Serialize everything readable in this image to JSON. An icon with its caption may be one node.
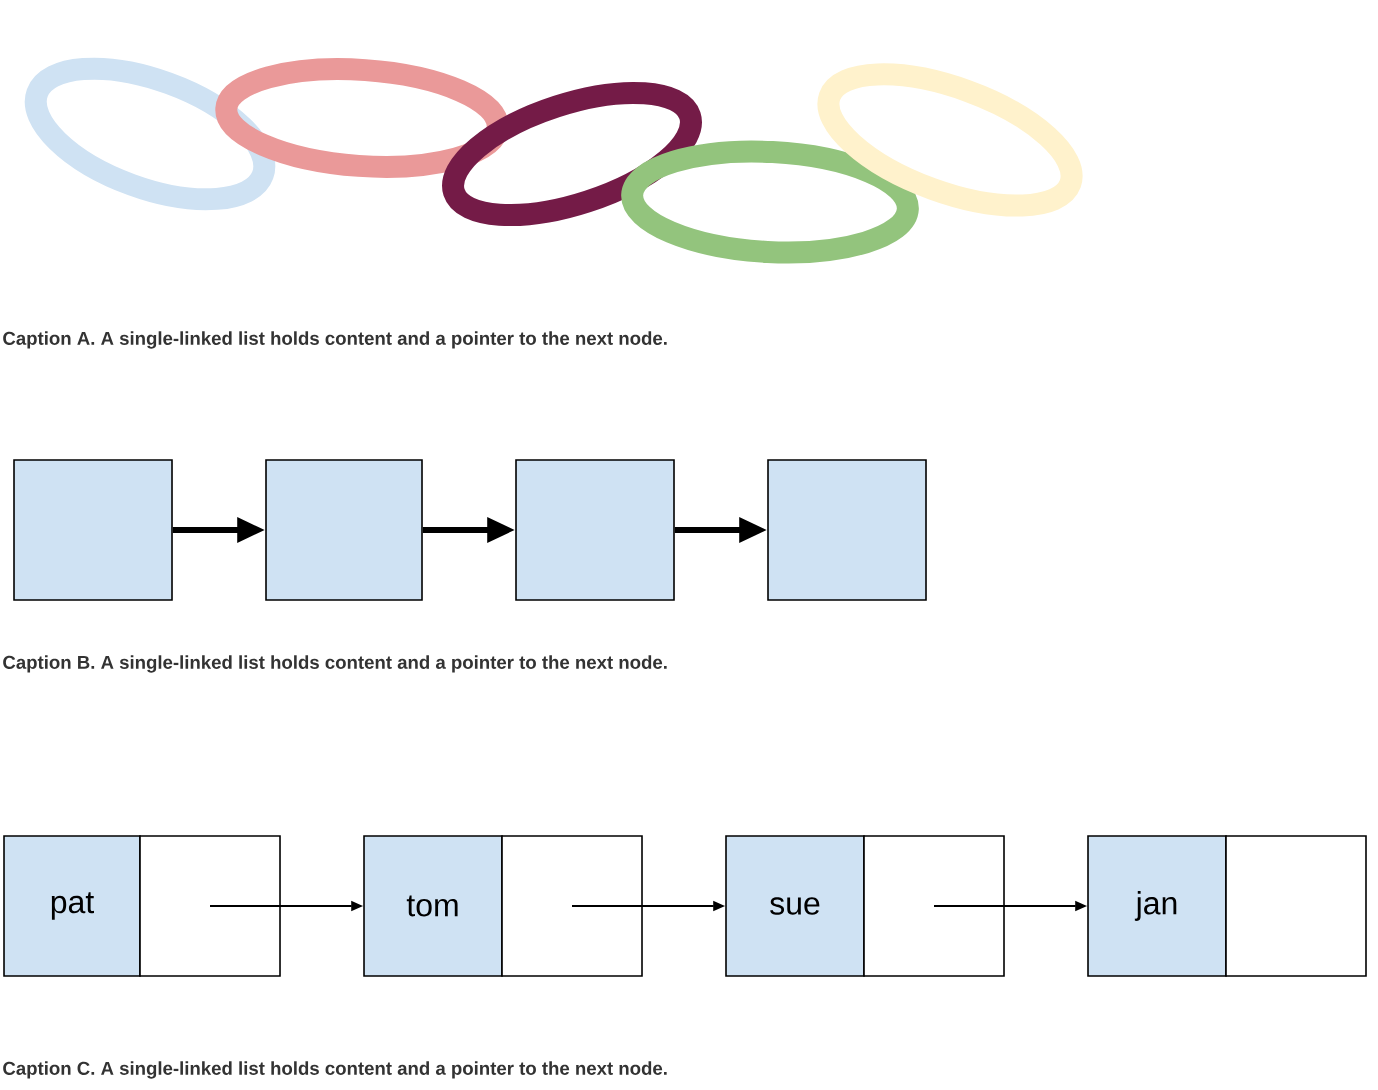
{
  "diagram": {
    "nodes": [
      {
        "text": [],
        "shape": "box"
      },
      {
        "text": [],
        "shape": "box"
      },
      {
        "text": [],
        "shape": "box"
      },
      {
        "text": [],
        "shape": "box"
      },
      {
        "text": [
          "pat"
        ]
      },
      {
        "text": [],
        "shape": "box"
      },
      {
        "text": [
          "tom"
        ]
      },
      {
        "text": [],
        "shape": "box"
      },
      {
        "text": [
          "sue"
        ]
      },
      {
        "text": [],
        "shape": "box"
      },
      {
        "text": [
          "jan"
        ]
      },
      {
        "text": [],
        "shape": "box"
      }
    ],
    "edges": [
      {
        "from": 0,
        "to": 1,
        "arrow": "to",
        "style": "thick"
      },
      {
        "from": 1,
        "to": 2,
        "arrow": "to",
        "style": "thick"
      },
      {
        "from": 2,
        "to": 3,
        "arrow": "to",
        "style": "thick"
      },
      {
        "from": 5,
        "to": 6,
        "arrow": "to"
      },
      {
        "from": 7,
        "to": 8,
        "arrow": "to"
      },
      {
        "from": 9,
        "to": 10,
        "arrow": "to"
      }
    ],
    "labels": [
      "Caption A. A single-linked list holds content and a pointer to the next node.",
      "Caption B. A single-linked list holds content and a pointer to the next node.",
      "Caption C. A single-linked list holds content and a pointer to the next node."
    ]
  }
}
